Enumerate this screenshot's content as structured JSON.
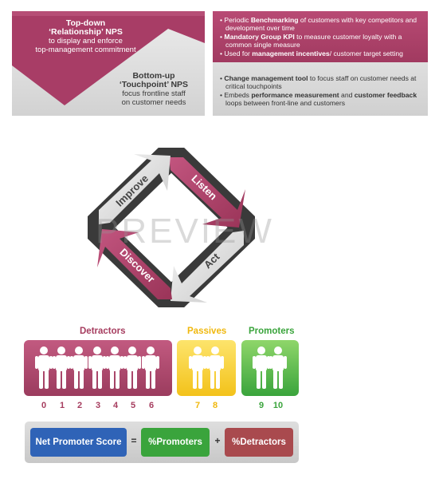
{
  "top_left_panel": {
    "top_down": {
      "line1": "Top-down",
      "line2": "‘Relationship’ NPS",
      "line3": "to display and enforce",
      "line4": "top-management commitment"
    },
    "bottom_up": {
      "line1": "Bottom-up",
      "line2": "‘Touchpoint’ NPS",
      "line3": "focus frontline staff",
      "line4": "on customer needs"
    },
    "colors": {
      "relationship": "#a83d66",
      "background": "#dcdcdc"
    }
  },
  "top_right_panel": {
    "relationship_points": [
      {
        "pre": "Periodic ",
        "bold": "Benchmarking",
        "post": " of customers with key competitors and development over time"
      },
      {
        "pre": "",
        "bold": "Mandatory Group KPI",
        "post": " to measure customer loyalty with a common single measure"
      },
      {
        "pre": "Used for ",
        "bold": "management incentives",
        "post": "/ customer target setting"
      }
    ],
    "touchpoint_points": [
      {
        "pre": "",
        "bold": "Change management tool",
        "post": " to focus staff on customer needs at critical touchpoints"
      },
      {
        "pre": "Embeds ",
        "bold": "performance measurement",
        "post": " and customer feedback loops between front-line and customers",
        "bold2": "customer feedback"
      }
    ]
  },
  "cycle": {
    "steps": [
      "Listen",
      "Act",
      "Discover",
      "Improve"
    ],
    "colors": {
      "highlight": "#a83d66",
      "neutral": "#dedede",
      "dark": "#3a3a3a"
    }
  },
  "nps_scale": {
    "groups": [
      {
        "label": "Detractors",
        "color": "#a63d5f",
        "scores": [
          "0",
          "1",
          "2",
          "3",
          "4",
          "5",
          "6"
        ]
      },
      {
        "label": "Passives",
        "color": "#f3c31b",
        "scores": [
          "7",
          "8"
        ]
      },
      {
        "label": "Promoters",
        "color": "#3aa43c",
        "scores": [
          "9",
          "10"
        ]
      }
    ]
  },
  "formula": {
    "result": "Net Promoter Score",
    "equals": "=",
    "promoters": "%Promoters",
    "plus": "+",
    "detractors": "%Detractors",
    "colors": {
      "result": "#2f63b7",
      "promoters": "#3aa43c",
      "detractors": "#a94a4e"
    }
  },
  "watermark": "PREVIEW"
}
